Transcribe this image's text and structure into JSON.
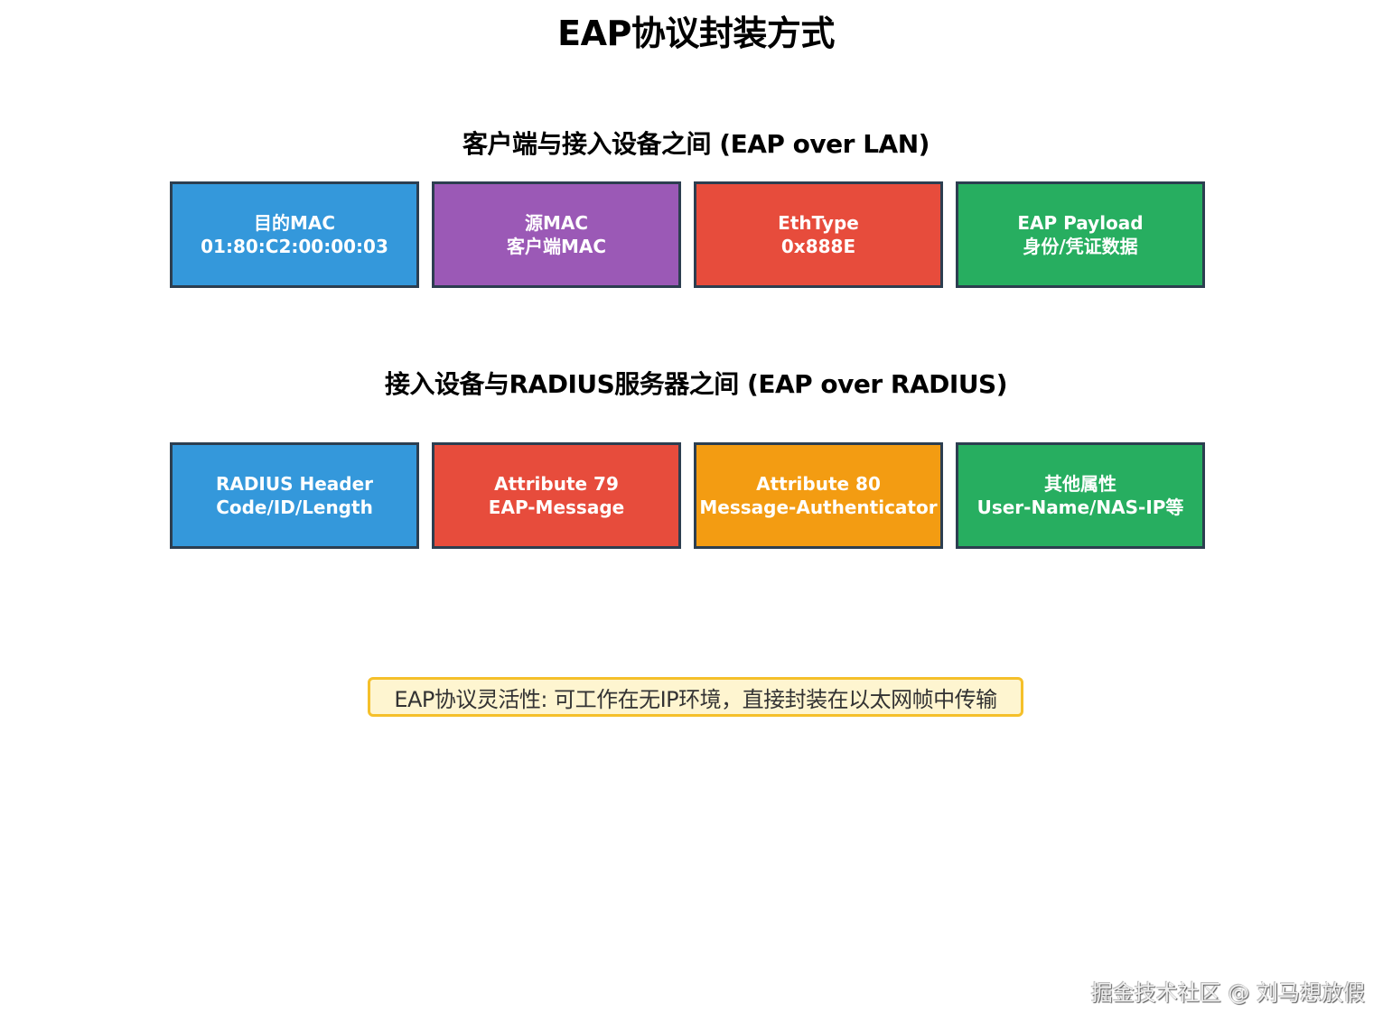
{
  "title": "EAP协议封装方式",
  "sections": [
    {
      "heading": "客户端与接入设备之间 (EAP over LAN)",
      "boxes": [
        {
          "line1": "目的MAC",
          "line2": "01:80:C2:00:00:03",
          "color": "#3498db"
        },
        {
          "line1": "源MAC",
          "line2": "客户端MAC",
          "color": "#9b59b6"
        },
        {
          "line1": "EthType",
          "line2": "0x888E",
          "color": "#e74c3c"
        },
        {
          "line1": "EAP Payload",
          "line2": "身份/凭证数据",
          "color": "#27ae60"
        }
      ]
    },
    {
      "heading": "接入设备与RADIUS服务器之间 (EAP over RADIUS)",
      "boxes": [
        {
          "line1": "RADIUS Header",
          "line2": "Code/ID/Length",
          "color": "#3498db"
        },
        {
          "line1": "Attribute 79",
          "line2": "EAP-Message",
          "color": "#e74c3c"
        },
        {
          "line1": "Attribute 80",
          "line2": "Message-Authenticator",
          "color": "#f39c12"
        },
        {
          "line1": "其他属性",
          "line2": "User-Name/NAS-IP等",
          "color": "#27ae60"
        }
      ]
    }
  ],
  "note": "EAP协议灵活性: 可工作在无IP环境，直接封装在以太网帧中传输",
  "watermark": "掘金技术社区 @ 刘马想放假",
  "colors": {
    "box_border": "#2c3e50",
    "note_bg": "#fef5d0",
    "note_border": "#f5c02a"
  }
}
